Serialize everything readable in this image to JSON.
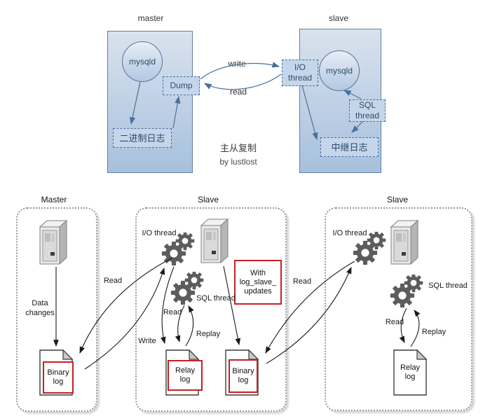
{
  "top": {
    "master": {
      "label": "master",
      "mysqld": "mysqld",
      "dump": "Dump",
      "binlog": "二进制日志"
    },
    "slave": {
      "label": "slave",
      "io_thread": "I/O\nthread",
      "mysqld": "mysqld",
      "sql_thread": "SQL\nthread",
      "relay": "中继日志"
    },
    "write_label": "write",
    "read_label": "read",
    "caption_line1": "主从复制",
    "caption_line2": "by  lustlost"
  },
  "bottom": {
    "master": {
      "title": "Master",
      "data_changes": "Data\nchanges",
      "binary_log": "Binary\nlog"
    },
    "read_left": "Read",
    "read_right": "Read",
    "slave1": {
      "title": "Slave",
      "io_thread": "I/O thread",
      "sql_thread": "SQL thread",
      "read": "Read",
      "replay": "Replay",
      "write": "Write",
      "note": "With\nlog_slave_\nupdates",
      "relay_log": "Relay\nlog",
      "binary_log": "Binary\nlog"
    },
    "slave2": {
      "title": "Slave",
      "io_thread": "I/O thread",
      "sql_thread": "SQL thread",
      "read": "Read",
      "replay": "Replay",
      "relay_log": "Relay\nlog"
    }
  },
  "colors": {
    "accent_red": "#c42127",
    "arrow_blue": "#4a7299",
    "arrow_black": "#1a1a1a",
    "box_border_blue": "#5f7fa7",
    "box_fill_top": "#d9e2ee",
    "box_fill_bottom": "#a6c0dd"
  },
  "icons": {
    "gear": "gear-icon",
    "server": "server-tower-icon",
    "document": "document-icon"
  }
}
